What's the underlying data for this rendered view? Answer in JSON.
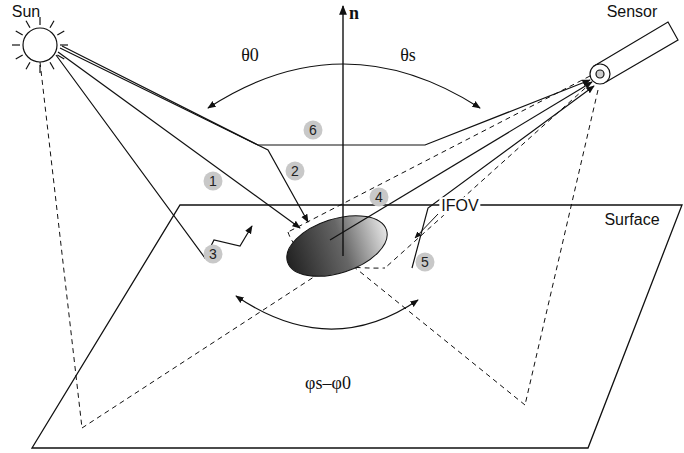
{
  "diagram": {
    "labels": [
      "Sun",
      "Sensor",
      "n",
      "θ0",
      "θs",
      "1",
      "2",
      "3",
      "4",
      "5",
      "6",
      "Surface",
      "IFOV",
      "φs–φ0"
    ]
  }
}
